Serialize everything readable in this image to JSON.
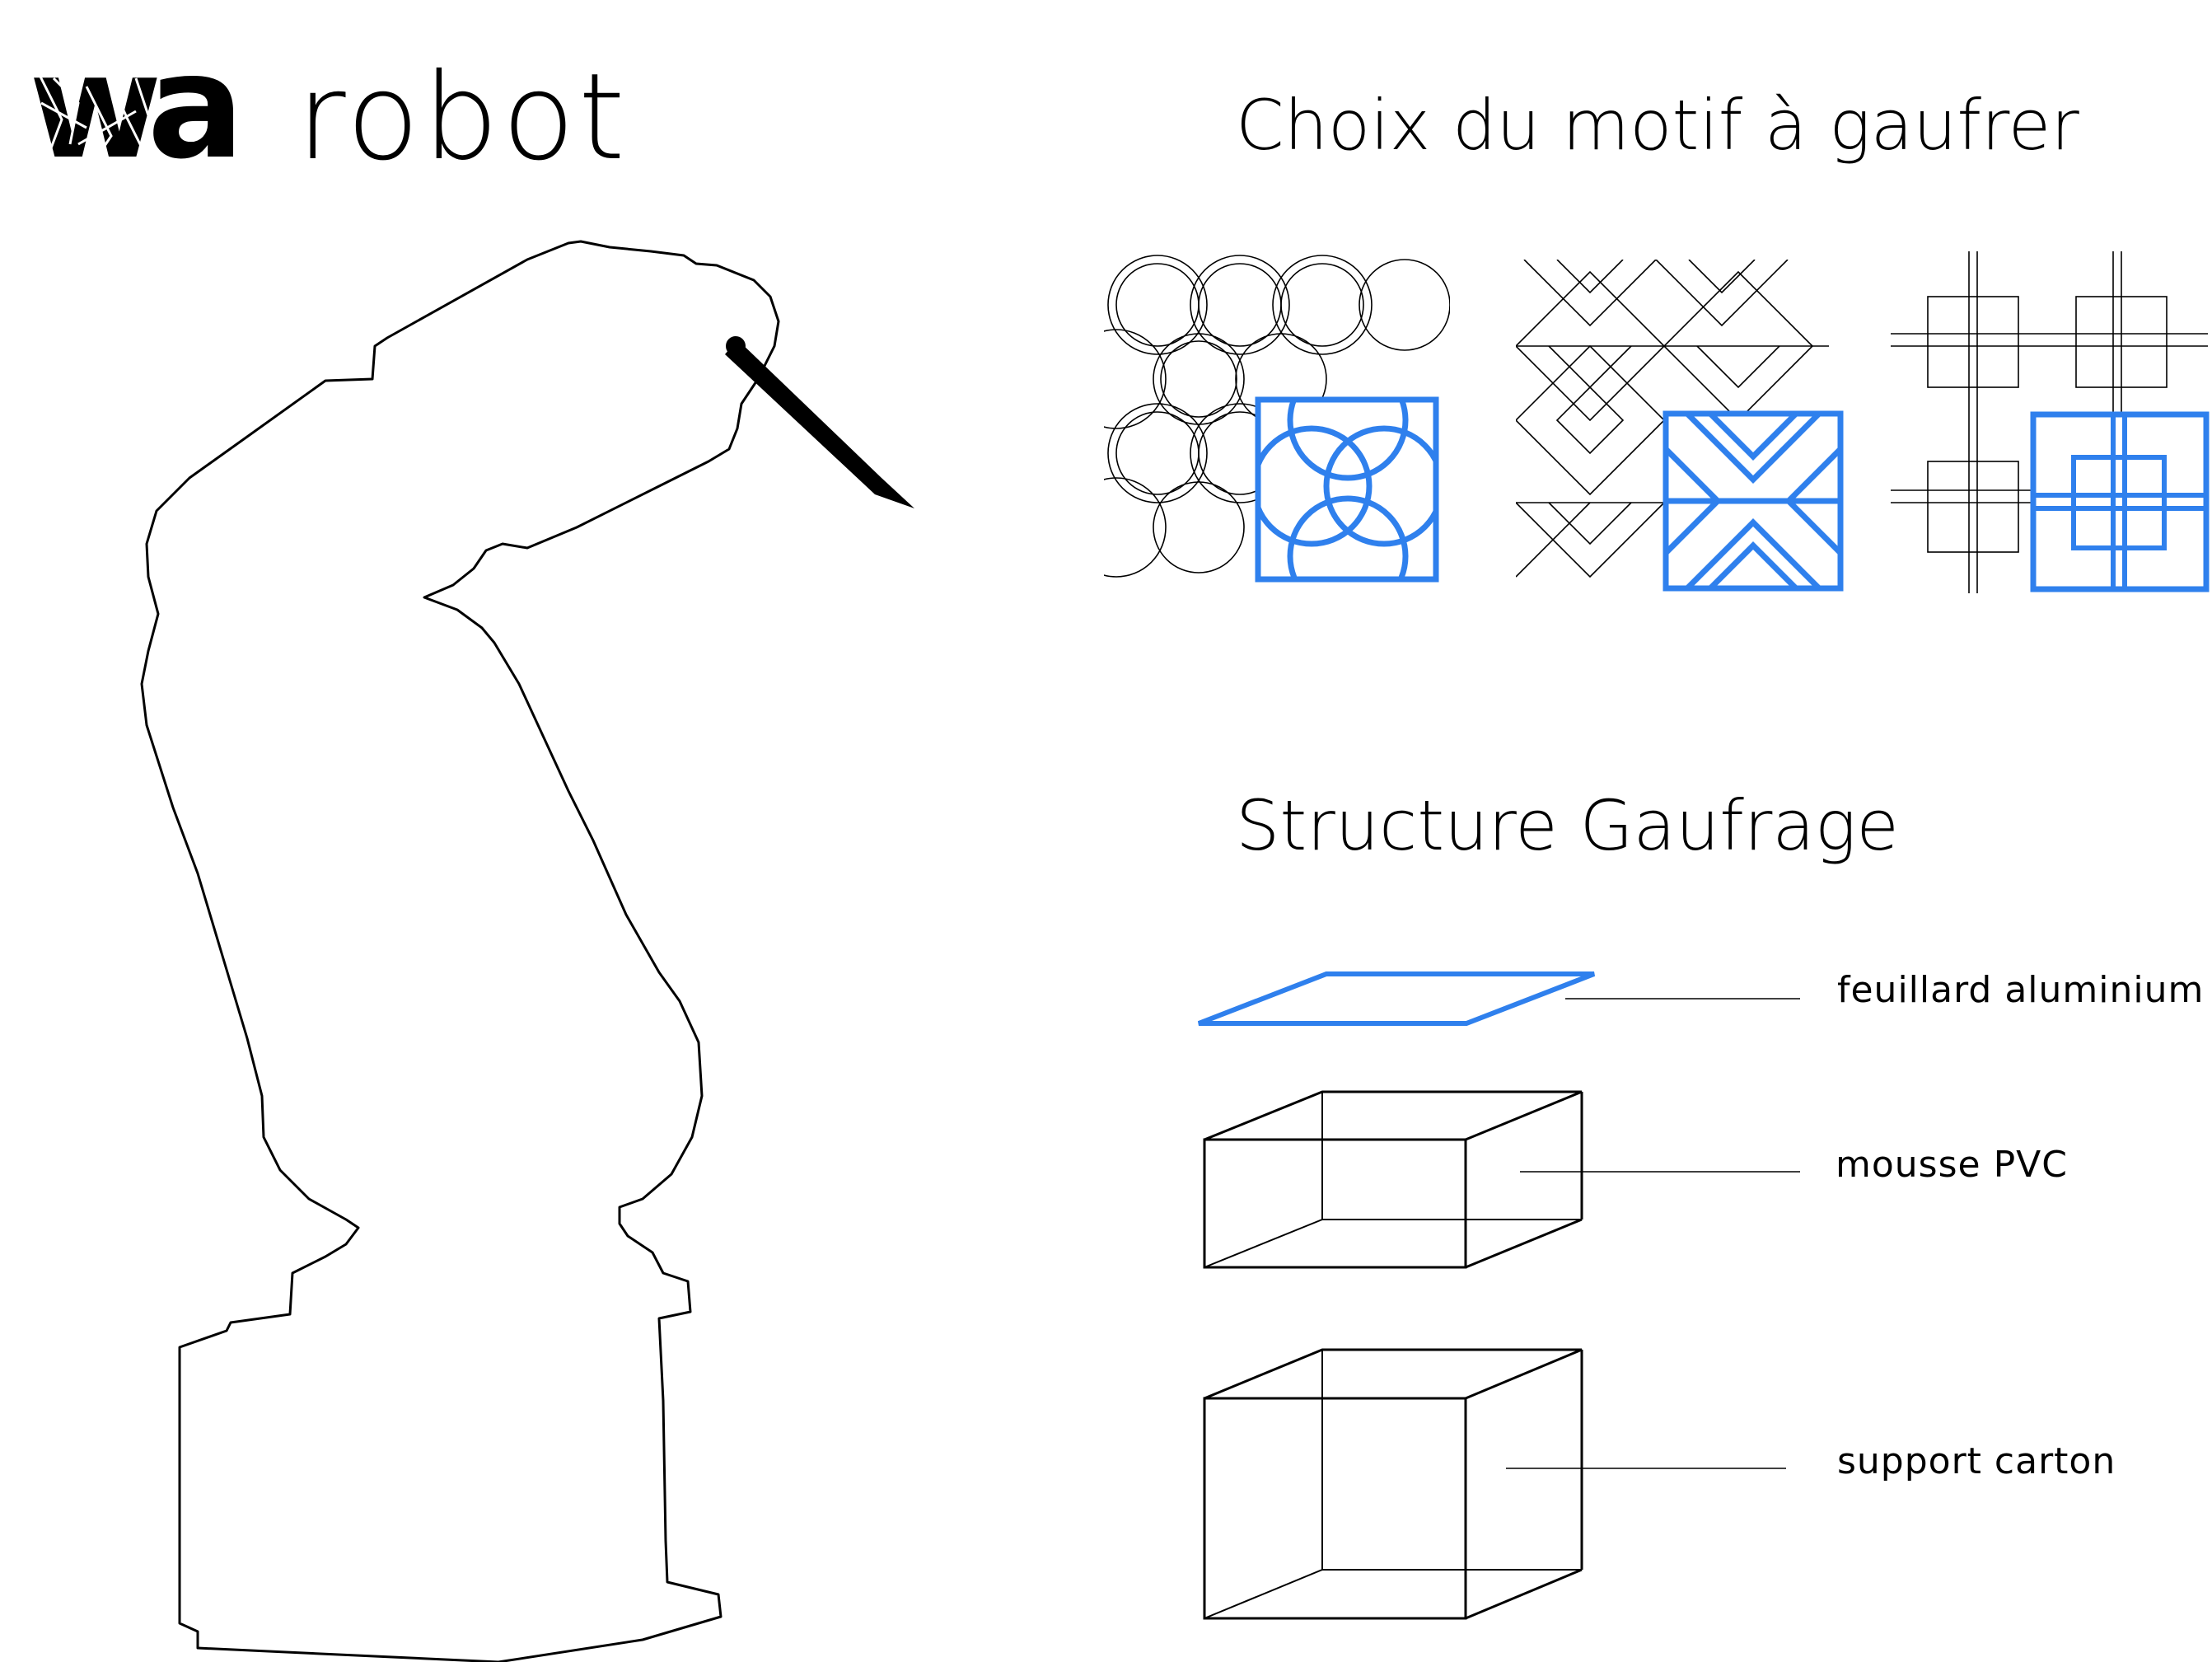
{
  "brand": {
    "logo_mark": "wa",
    "logo_word": "robot"
  },
  "headings": {
    "motif_choice": "Choix du motif à gaufrer",
    "structure": "Structure Gaufrage"
  },
  "motifs": [
    {
      "name": "circles-motif"
    },
    {
      "name": "diamonds-motif"
    },
    {
      "name": "crosses-motif"
    }
  ],
  "layers": [
    {
      "label": "feuillard aluminium"
    },
    {
      "label": "mousse PVC"
    },
    {
      "label": "support carton"
    }
  ],
  "colors": {
    "accent_blue": "#2f80ed",
    "line_black": "#000000"
  }
}
